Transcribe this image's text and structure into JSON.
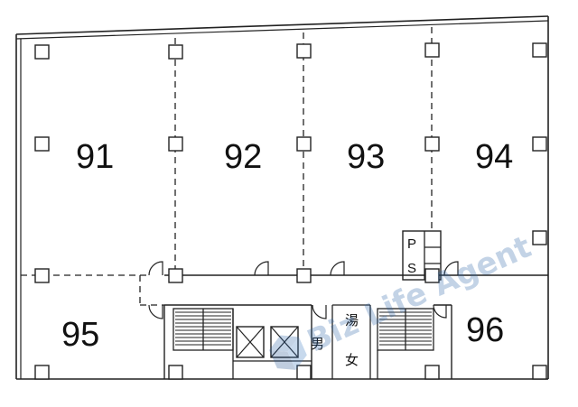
{
  "units": [
    {
      "id": "91",
      "label": "91"
    },
    {
      "id": "92",
      "label": "92"
    },
    {
      "id": "93",
      "label": "93"
    },
    {
      "id": "94",
      "label": "94"
    },
    {
      "id": "95",
      "label": "95"
    },
    {
      "id": "96",
      "label": "96"
    }
  ],
  "facilities": {
    "ps_top": "P",
    "ps_bottom": "S",
    "mens": "男",
    "womens": "女",
    "kitchenette": "湯"
  },
  "watermark": "Biz Life Agent",
  "colors": {
    "line": "#222222",
    "background": "#ffffff",
    "watermark": "#2a63a8"
  }
}
